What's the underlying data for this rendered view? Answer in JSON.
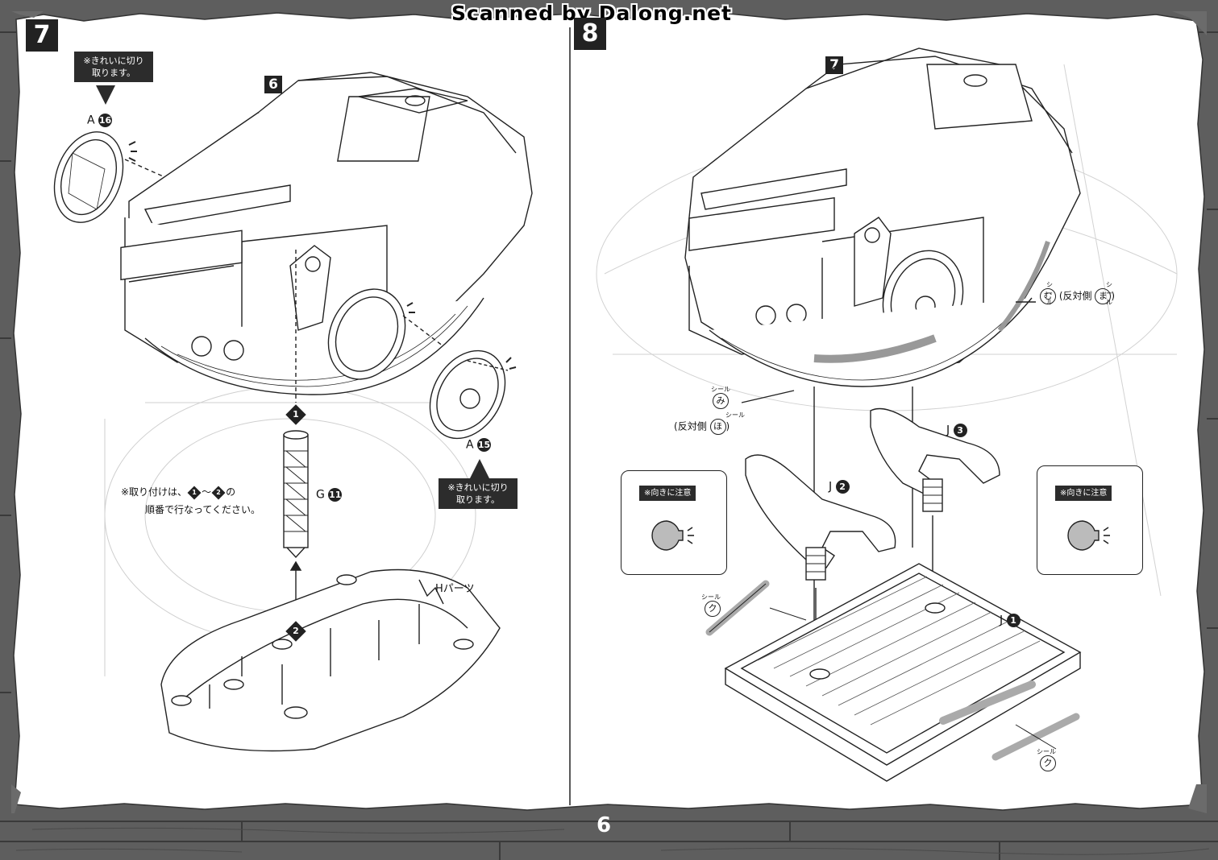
{
  "scan_credit": "Scanned by Dalong.net",
  "page_number": "6",
  "left_step": {
    "number": "7",
    "sub_reference": "6",
    "note_top": "※きれいに切り取ります。",
    "note_top_line1": "※きれいに切り",
    "note_top_line2": "取ります。",
    "part_a16_letter": "A",
    "part_a16_num": "16",
    "part_a15_letter": "A",
    "part_a15_num": "15",
    "note_right_line1": "※きれいに切り",
    "note_right_line2": "取ります。",
    "part_g_letter": "G",
    "part_g_num": "11",
    "order_line1_pre": "※取り付けは、",
    "order_from": "1",
    "order_tilde": "～",
    "order_to": "2",
    "order_line1_post": "の",
    "order_line2": "順番で行なってください。",
    "order_marker_1": "1",
    "order_marker_2": "2",
    "h_parts": "Hパーツ"
  },
  "right_step": {
    "number": "8",
    "sub_reference": "7",
    "seal_label": "シール",
    "seal_mu": "む",
    "seal_ma": "ま",
    "opposite_side": "反対側",
    "seal_mi": "み",
    "seal_ho": "ほ",
    "seal_ku": "ク",
    "part_j3_letter": "J",
    "part_j3_num": "3",
    "part_j2_letter": "J",
    "part_j2_num": "2",
    "part_j1_letter": "J",
    "part_j1_num": "1",
    "orientation_note": "※向きに注意"
  },
  "colors": {
    "plank": "#6b6b6b",
    "paper": "#ffffff",
    "ink": "#222222",
    "seal_fill": "#b5b5b5"
  }
}
